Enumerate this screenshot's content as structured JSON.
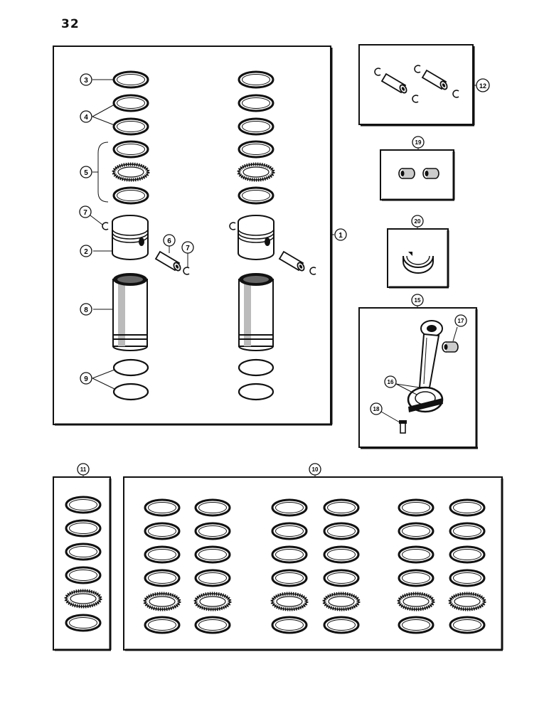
{
  "page": {
    "number": "32"
  },
  "callouts": {
    "c1": "1",
    "c2": "2",
    "c3": "3",
    "c4": "4",
    "c5": "5",
    "c6": "6",
    "c7a": "7",
    "c7b": "7",
    "c8": "8",
    "c9": "9",
    "c10": "10",
    "c11": "11",
    "c12": "12",
    "c15": "15",
    "c16": "16",
    "c17": "17",
    "c18": "18",
    "c19": "19",
    "c20": "20"
  },
  "colors": {
    "ink": "#111111",
    "paper": "#ffffff"
  },
  "icons": [
    "piston-ring-icon",
    "piston-icon",
    "piston-pin-icon",
    "snap-ring-icon",
    "cylinder-sleeve-icon",
    "seal-ring-icon",
    "bushing-icon",
    "bearing-icon",
    "connecting-rod-icon",
    "bolt-icon"
  ]
}
